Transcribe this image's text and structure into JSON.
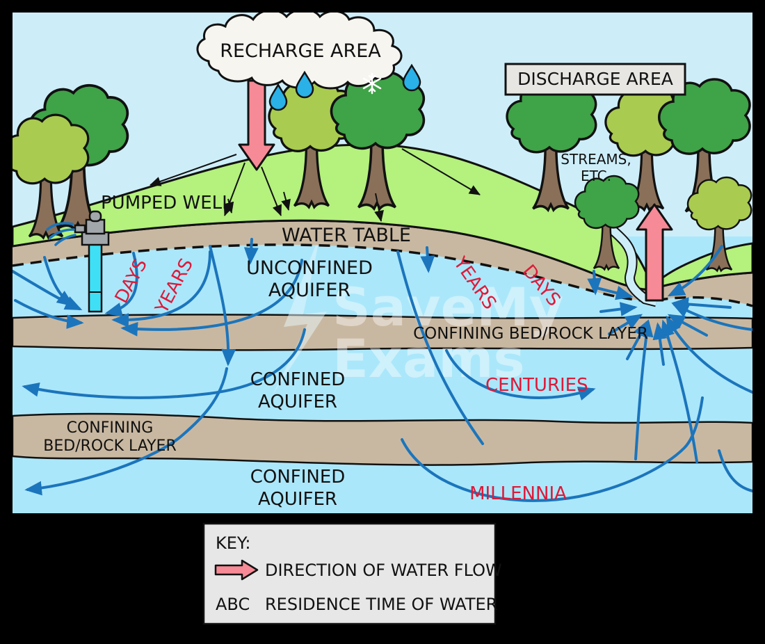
{
  "labels": {
    "recharge_area": "RECHARGE AREA",
    "discharge_area": "DISCHARGE AREA",
    "pumped_well": "PUMPED WELL",
    "water_table": "WATER TABLE",
    "unconfined_aquifer_line1": "UNCONFINED",
    "unconfined_aquifer_line2": "AQUIFER",
    "confining_bed_upper": "CONFINING BED/ROCK LAYER",
    "confining_bed_lower_line1": "CONFINING",
    "confining_bed_lower_line2": "BED/ROCK LAYER",
    "confined_aquifer_upper_line1": "CONFINED",
    "confined_aquifer_upper_line2": "AQUIFER",
    "confined_aquifer_lower_line1": "CONFINED",
    "confined_aquifer_lower_line2": "AQUIFER",
    "streams_line1": "STREAMS,",
    "streams_line2": "ETC.",
    "days_left": "DAYS",
    "years_left": "YEARS",
    "years_right": "YEARS",
    "days_right": "DAYS",
    "centuries": "CENTURIES",
    "millennia": "MILLENNIA"
  },
  "key": {
    "title": "KEY:",
    "flow_direction": "DIRECTION OF WATER FLOW",
    "abc": "ABC",
    "residence_time": "RESIDENCE TIME OF WATER"
  },
  "watermark": {
    "line1": "SaveMy",
    "line2": "Exams"
  },
  "colors": {
    "sky": "#cdeef9",
    "land_green": "#b4f17d",
    "soil_tan": "#c9b8a1",
    "aquifer_blue": "#abe7fa",
    "flow_blue": "#1b75bc",
    "residence_red": "#dd1a39",
    "flow_pink": "#f68a96",
    "tree_dark_green": "#3fa347",
    "tree_light_green": "#a9cb50",
    "trunk_brown": "#8a7059",
    "cloud_white": "#f7f5f0",
    "label_box_gray": "#e8e6e3",
    "key_box_gray": "#e7e7e7",
    "well_cyan": "#3fe0f5",
    "pump_gray": "#a2a7ab",
    "stream_blue": "#cdeef9"
  }
}
